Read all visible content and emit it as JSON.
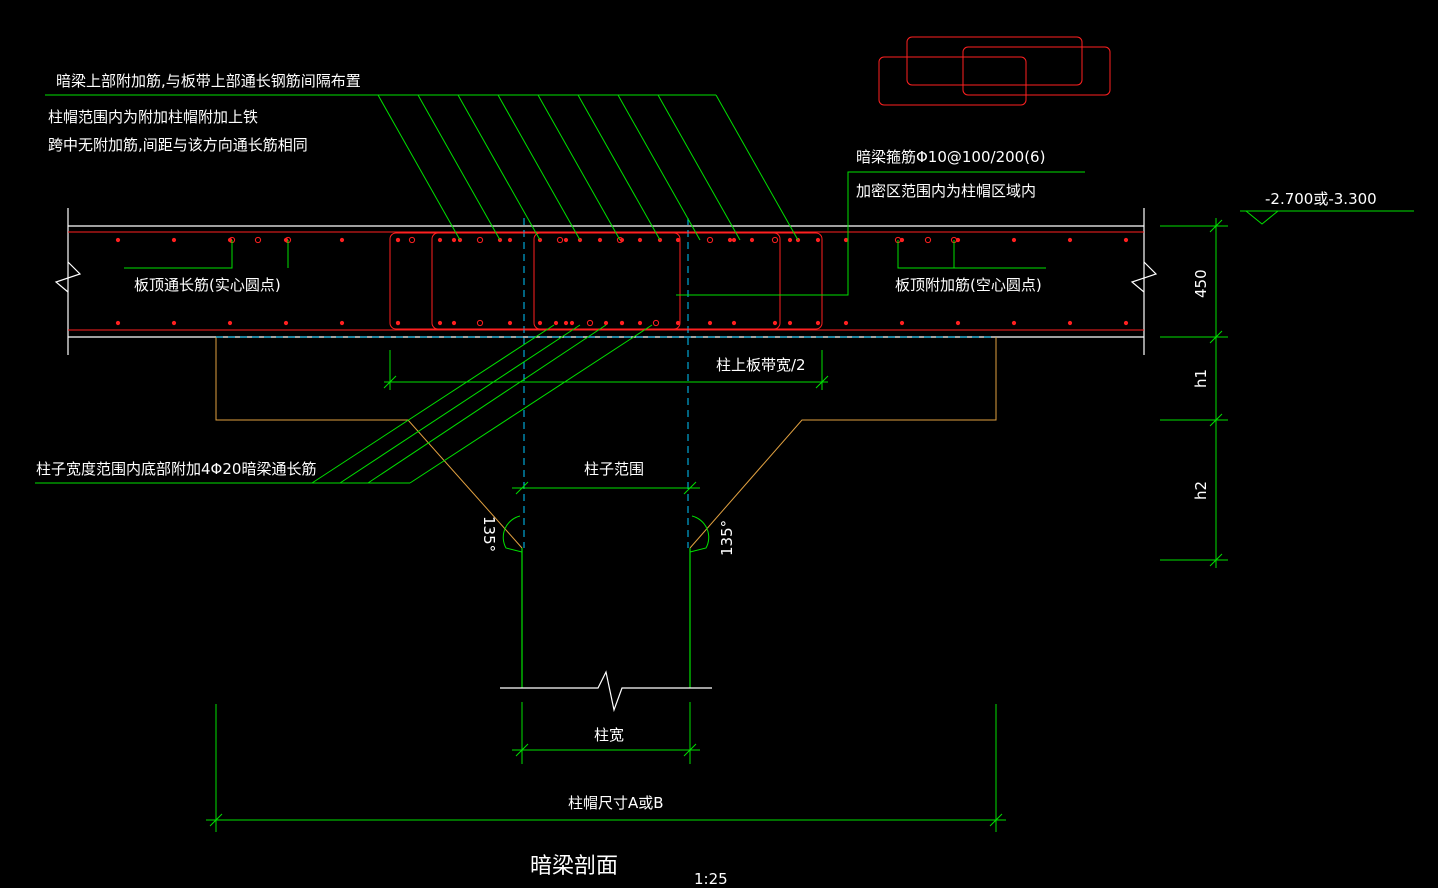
{
  "colors": {
    "background": "#000000",
    "slab": "#ffffff",
    "rebar": "#ff2020",
    "leader": "#00e000",
    "axis": "#00c8ff",
    "cap_outline": "#e0a040",
    "text": "#ffffff"
  },
  "notes": {
    "top_note_1": "暗梁上部附加筋,与板带上部通长钢筋间隔布置",
    "top_note_2": "柱帽范围内为附加柱帽附加上铁",
    "top_note_3": "跨中无附加筋,间距与该方向通长筋相同",
    "stirrup_note": "暗梁箍筋Φ10@100/200(6)",
    "dense_zone_note": "加密区范围内为柱帽区域内",
    "slab_top_through": "板顶通长筋(实心圆点)",
    "slab_top_additional": "板顶附加筋(空心圆点)",
    "bottom_bar_note": "柱子宽度范围内底部附加4Φ20暗梁通长筋"
  },
  "dimensions": {
    "elevation": "-2.700或-3.300",
    "slab_thickness": "450",
    "h1": "h1",
    "h2": "h2",
    "half_strip": "柱上板带宽/2",
    "column_range": "柱子范围",
    "angle_left": "135°",
    "angle_right": "135°",
    "column_width": "柱宽",
    "cap_size": "柱帽尺寸A或B"
  },
  "title": {
    "name": "暗梁剖面",
    "scale": "1:25"
  }
}
